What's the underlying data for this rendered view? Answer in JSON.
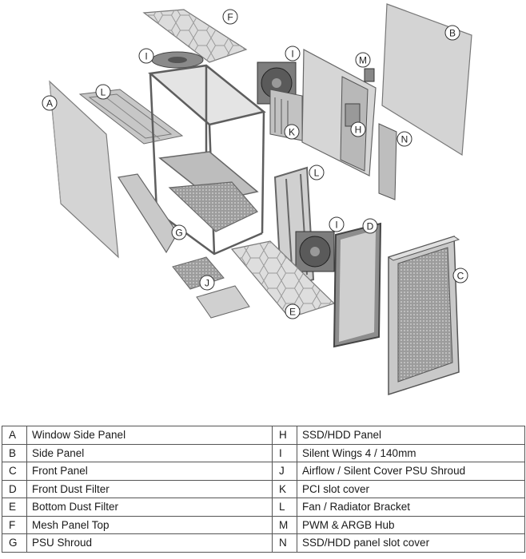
{
  "callouts": [
    "A",
    "B",
    "C",
    "D",
    "E",
    "F",
    "G",
    "H",
    "I",
    "J",
    "K",
    "L",
    "M",
    "N"
  ],
  "legend": {
    "left": [
      {
        "key": "A",
        "name": "Window Side Panel"
      },
      {
        "key": "B",
        "name": "Side Panel"
      },
      {
        "key": "C",
        "name": "Front Panel"
      },
      {
        "key": "D",
        "name": "Front Dust Filter"
      },
      {
        "key": "E",
        "name": "Bottom Dust Filter"
      },
      {
        "key": "F",
        "name": "Mesh Panel Top"
      },
      {
        "key": "G",
        "name": "PSU Shroud"
      }
    ],
    "right": [
      {
        "key": "H",
        "name": "SSD/HDD Panel"
      },
      {
        "key": "I",
        "name": "Silent Wings 4 / 140mm"
      },
      {
        "key": "J",
        "name": "Airflow / Silent Cover PSU Shroud"
      },
      {
        "key": "K",
        "name": "PCI slot cover"
      },
      {
        "key": "L",
        "name": "Fan / Radiator Bracket"
      },
      {
        "key": "M",
        "name": "PWM & ARGB Hub"
      },
      {
        "key": "N",
        "name": "SSD/HDD panel slot cover"
      }
    ]
  }
}
